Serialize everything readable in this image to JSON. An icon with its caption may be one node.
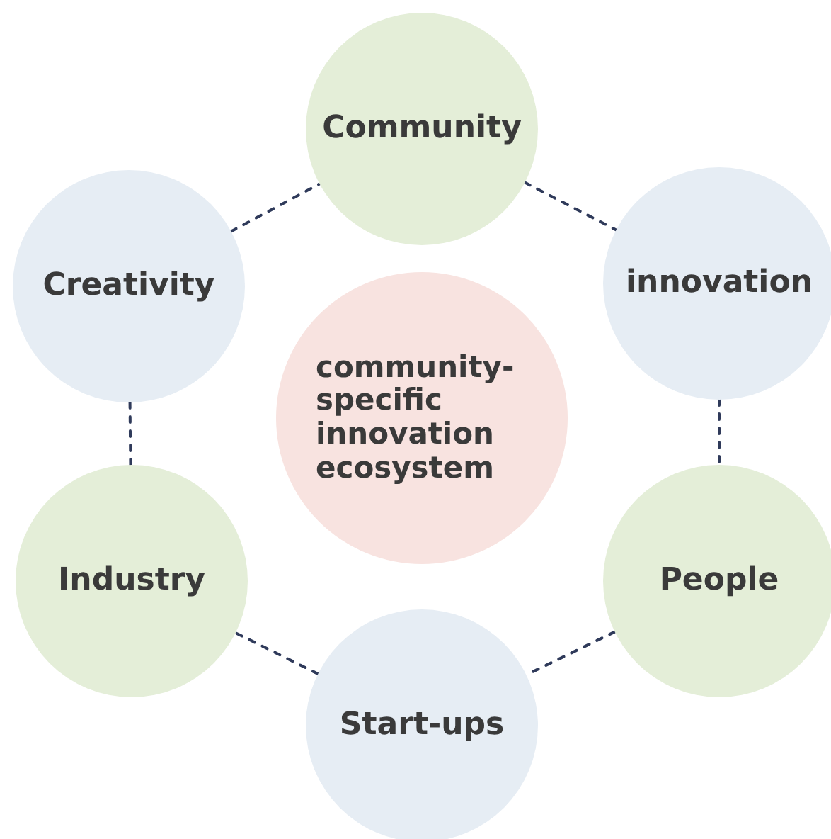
{
  "diagram": {
    "nodes": [
      {
        "text": [
          "Community"
        ]
      },
      {
        "text": [
          "innovation"
        ]
      },
      {
        "text": [
          "People"
        ]
      },
      {
        "text": [
          "Start-ups"
        ]
      },
      {
        "text": [
          "Industry"
        ]
      },
      {
        "text": [
          "Creativity"
        ]
      },
      {
        "text": [
          "community-specific innovation ecosystem"
        ]
      }
    ],
    "edges": [
      {
        "from": 0,
        "to": 1,
        "arrow": "none",
        "style": "dashed"
      },
      {
        "from": 1,
        "to": 2,
        "arrow": "none",
        "style": "dashed"
      },
      {
        "from": 2,
        "to": 3,
        "arrow": "none",
        "style": "dashed"
      },
      {
        "from": 3,
        "to": 4,
        "arrow": "none",
        "style": "dashed"
      },
      {
        "from": 4,
        "to": 5,
        "arrow": "none",
        "style": "dashed"
      },
      {
        "from": 5,
        "to": 0,
        "arrow": "none",
        "style": "dashed"
      }
    ]
  }
}
